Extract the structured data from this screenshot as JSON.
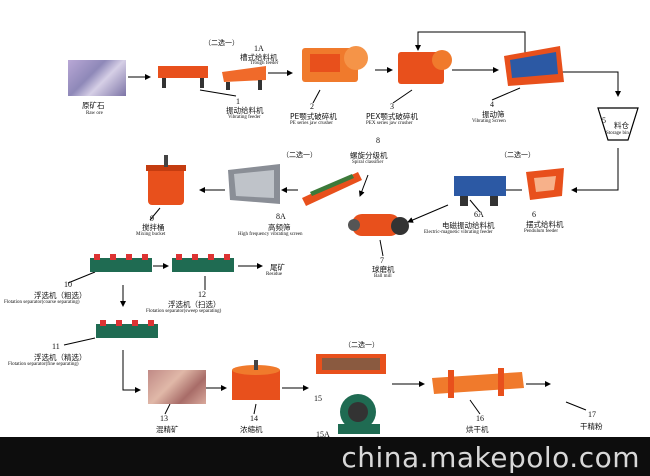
{
  "choose_one_tags": [
    "（二选一）",
    "（二选一）",
    "（二选一）",
    "（二选一）"
  ],
  "nodes": {
    "raw_ore": {
      "zh": "原矿石",
      "en": "Raw ore"
    },
    "feeder_1": {
      "num": "1",
      "zh": "振动给料机",
      "en": "Vibrating feeder"
    },
    "feeder_1a": {
      "num": "1A",
      "zh": "槽式给料机",
      "en": "Trough feeder"
    },
    "jaw_2": {
      "num": "2",
      "zh": "PE颚式破碎机",
      "en": "PE series jaw crusher"
    },
    "jaw_3": {
      "num": "3",
      "zh": "PEX颚式破碎机",
      "en": "PEX series jaw crusher"
    },
    "screen_4": {
      "num": "4",
      "zh": "振动筛",
      "en": "Vibrating Screen"
    },
    "bin_5": {
      "num": "5",
      "zh": "料仓",
      "en": "Storage bin"
    },
    "feeder_6": {
      "num": "6",
      "zh": "摆式给料机",
      "en": "Pendulum feeder"
    },
    "feeder_6a": {
      "num": "6A",
      "zh": "电磁振动给料机",
      "en": "Electric-magnetic vibrating feeder"
    },
    "ball_mill_7": {
      "num": "7",
      "zh": "球磨机",
      "en": "Ball mill"
    },
    "classifier_8": {
      "num": "8",
      "zh": "螺旋分级机",
      "en": "Spiral classifier"
    },
    "screen_8a": {
      "num": "8A",
      "zh": "高频筛",
      "en": "High frequency vibrating screen"
    },
    "mixing_9": {
      "num": "9",
      "zh": "搅拌桶",
      "en": "Mixing bucket"
    },
    "flot_10": {
      "num": "10",
      "zh": "浮选机（粗选）",
      "en": "Flotation separator(coarse separating)"
    },
    "flot_11": {
      "num": "11",
      "zh": "浮选机（精选）",
      "en": "Flotation separator(fine separating)"
    },
    "flot_12": {
      "num": "12",
      "zh": "浮选机（扫选）",
      "en": "Flotation separator(sweep separating)"
    },
    "residue": {
      "zh": "尾矿",
      "en": "Residue"
    },
    "concentrate_13": {
      "num": "13",
      "zh": "混精矿"
    },
    "thickener_14": {
      "num": "14",
      "zh": "浓缩机"
    },
    "filter_15": {
      "num": "15"
    },
    "dryer_16": {
      "num": "16",
      "zh": "烘干机"
    },
    "powder_17": {
      "num": "17",
      "zh": "干精粉"
    },
    "partial_15a": {
      "num": "15A"
    }
  },
  "watermark": "china.makepolo.com",
  "colors": {
    "equipment": "#e8501c",
    "flotation": "#1f6b52",
    "arrow": "#000000",
    "watermark_bar": "#0d0d0d"
  }
}
